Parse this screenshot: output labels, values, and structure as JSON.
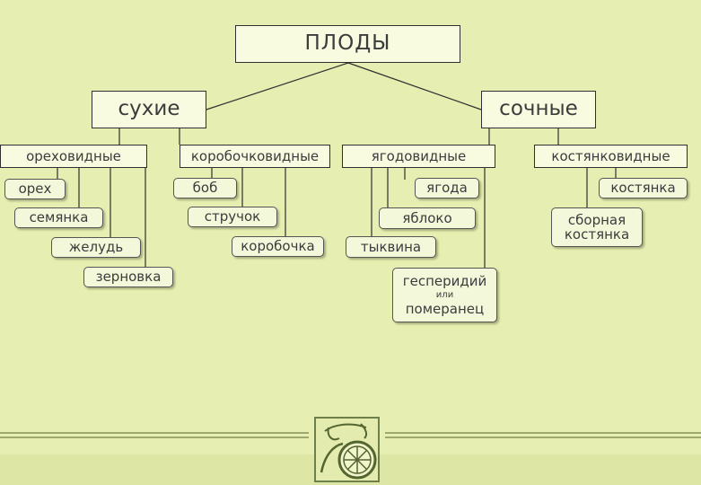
{
  "diagram": {
    "root": "ПЛОДЫ",
    "dry": {
      "label": "сухие",
      "nut_type": {
        "label": "ореховидные",
        "items": [
          "орех",
          "семянка",
          "желудь",
          "зерновка"
        ]
      },
      "capsule_type": {
        "label": "коробочковидные",
        "items": [
          "боб",
          "стручок",
          "коробочка"
        ]
      }
    },
    "juicy": {
      "label": "сочные",
      "berry_type": {
        "label": "ягодовидные",
        "items": [
          "ягода",
          "яблоко",
          "тыквина"
        ],
        "hesperidium": {
          "line1": "гесперидий",
          "line2": "или",
          "line3": "померанец"
        }
      },
      "drupe_type": {
        "label": "костянковидные",
        "items": [
          "костянка"
        ],
        "compound": {
          "line1": "сборная",
          "line2": "костянка"
        }
      }
    }
  },
  "colors": {
    "background": "#e6eeb1",
    "box": "#f8fbe0",
    "line": "#2f2f2f",
    "emblem": "#6f7f4a"
  },
  "icons": {
    "emblem": "lemon-slice-emblem-icon"
  }
}
